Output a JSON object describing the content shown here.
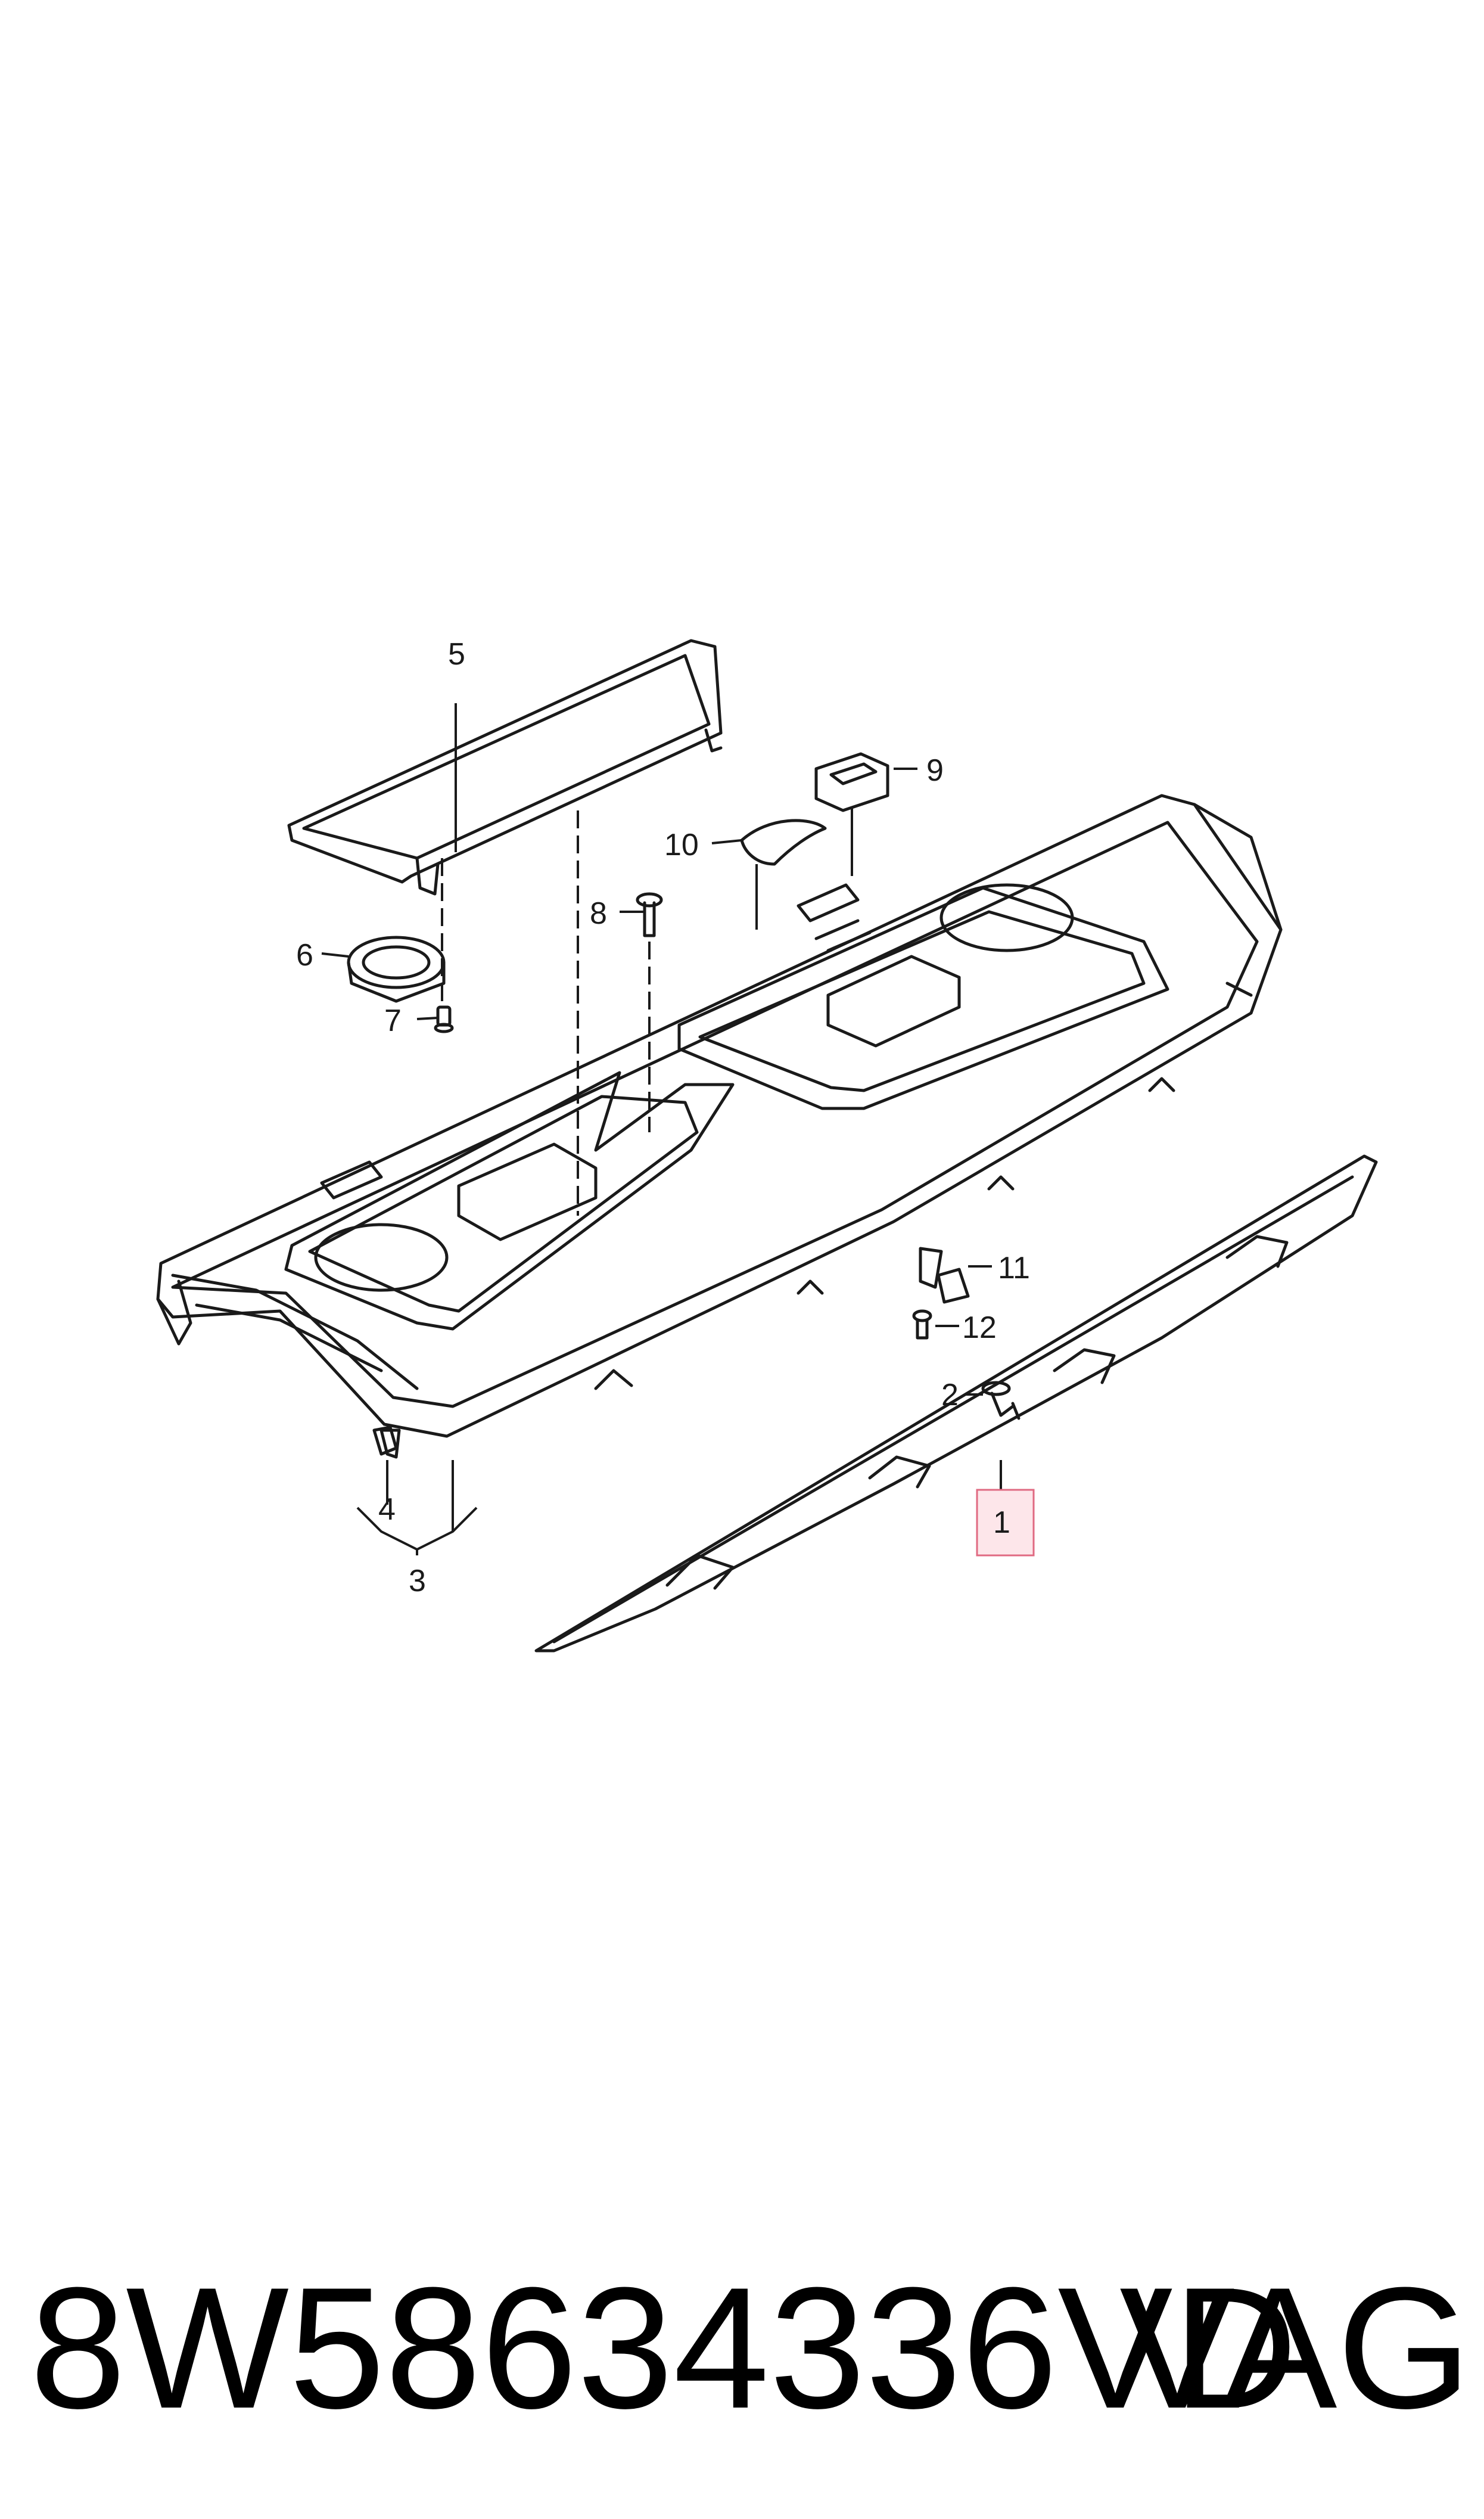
{
  "callouts": {
    "n1": "1",
    "n2": "2",
    "n3": "3",
    "n4": "4",
    "n5": "5",
    "n6": "6",
    "n7": "7",
    "n8": "8",
    "n9": "9",
    "n10": "10",
    "n11": "11",
    "n12": "12"
  },
  "footer": {
    "part_number": "8W58634336VD",
    "brand": "VAG"
  },
  "colors": {
    "line": "#1a1a1a",
    "highlight_fill": "#fde6ea",
    "highlight_stroke": "#e06a82"
  }
}
